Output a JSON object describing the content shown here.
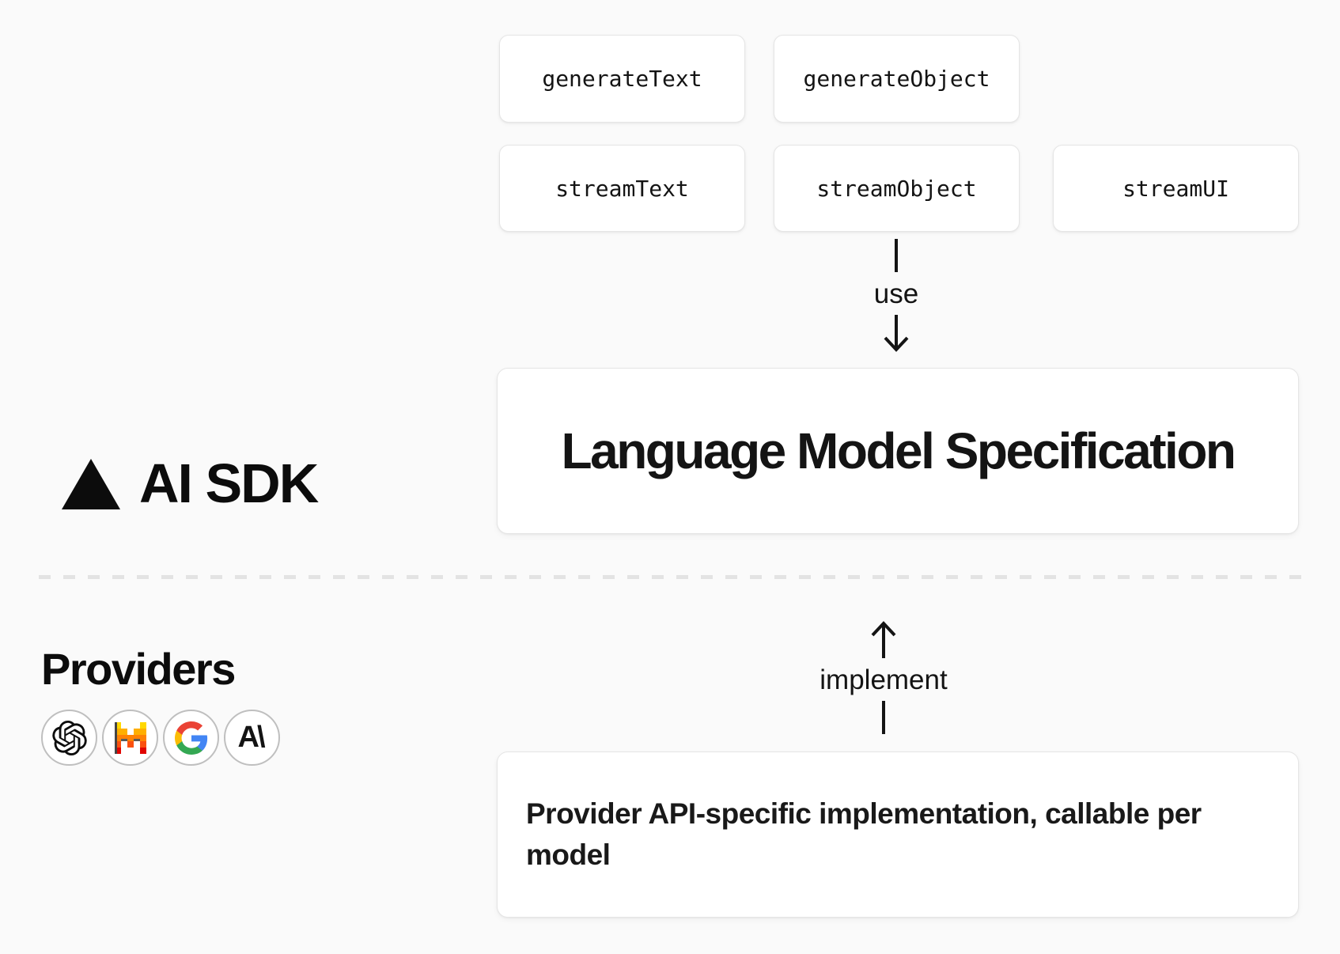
{
  "sdk": {
    "brand_label": "AI SDK",
    "functions": [
      "generateText",
      "generateObject",
      "streamText",
      "streamObject",
      "streamUI"
    ],
    "use_label": "use",
    "spec_title": "Language Model Specification"
  },
  "providers": {
    "heading": "Providers",
    "implement_label": "implement",
    "impl_text": "Provider API-specific implementation, callable per model",
    "anthropic_glyph": "A\\",
    "icon_names": [
      "openai",
      "mistral",
      "google",
      "anthropic"
    ]
  },
  "colors": {
    "background": "#fafafa",
    "box_bg": "#ffffff",
    "box_border": "#e5e5e5",
    "text": "#141414",
    "divider_dash": "#e3e3e3",
    "google_blue": "#4285F4",
    "google_green": "#34A853",
    "google_yellow": "#FBBC05",
    "google_red": "#EA4335",
    "mistral_yellow": "#FFD800",
    "mistral_amber": "#FFAF00",
    "mistral_orange": "#FF8205",
    "mistral_dark_orange": "#FA500F",
    "mistral_red": "#E10500"
  }
}
